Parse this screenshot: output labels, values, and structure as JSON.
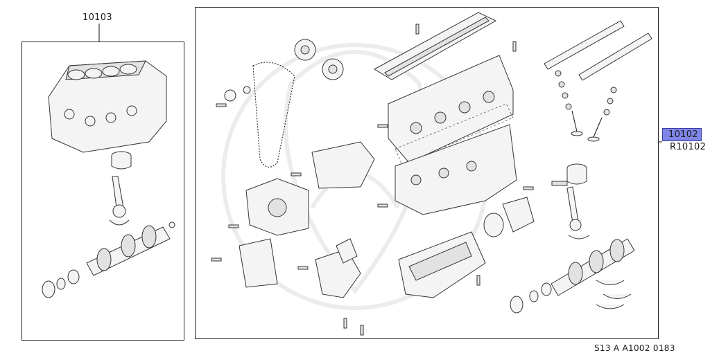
{
  "labels": {
    "left_group": "10103",
    "selected_part": "10102",
    "ref_part": "R10102",
    "footer_code": "S13 A A1002 0183"
  },
  "colors": {
    "highlight": "#7f86e8",
    "line": "#222222"
  }
}
